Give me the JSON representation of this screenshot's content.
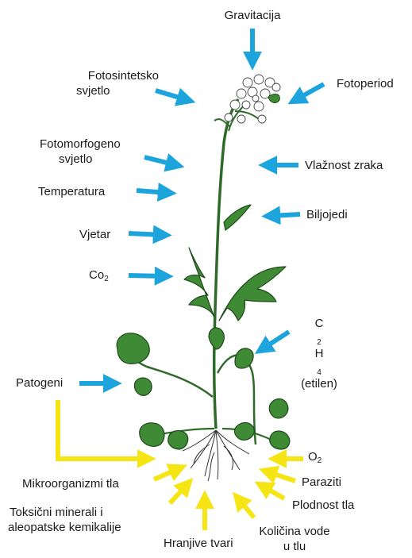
{
  "colors": {
    "blue_arrow": "#1ea4dc",
    "yellow_arrow": "#f6e514",
    "leaf": "#3f8a35",
    "leaf_dark": "#1f4a1c",
    "flower": "#ffffff"
  },
  "labels": {
    "gravitacija": "Gravitacija",
    "fotosintetsko_1": "Fotosintetsko",
    "fotosintetsko_2": "svjetlo",
    "fotoperiod": "Fotoperiod",
    "fotomorfogeno_1": "Fotomorfogeno",
    "fotomorfogeno_2": "svjetlo",
    "vlaznost": "Vlažnost zraka",
    "temperatura": "Temperatura",
    "biljojedi": "Biljojedi",
    "vjetar": "Vjetar",
    "co2_base": "Co",
    "co2_sub": "2",
    "c": "C",
    "c_sub": "2",
    "h": "H",
    "h_sub": "4",
    "etilen": "(etilen)",
    "patogeni": "Patogeni",
    "o2_base": "O",
    "o2_sub": "2",
    "mikroorganizmi": "Mikroorganizmi tla",
    "paraziti": "Paraziti",
    "plodnost": "Plodnost tla",
    "toksicni_1": "Toksični minerali i",
    "toksicni_2": "aleopatske kemikalije",
    "kolicina_1": "Količina vode",
    "kolicina_2": "u tlu",
    "hranjive": "Hranjive tvari"
  }
}
